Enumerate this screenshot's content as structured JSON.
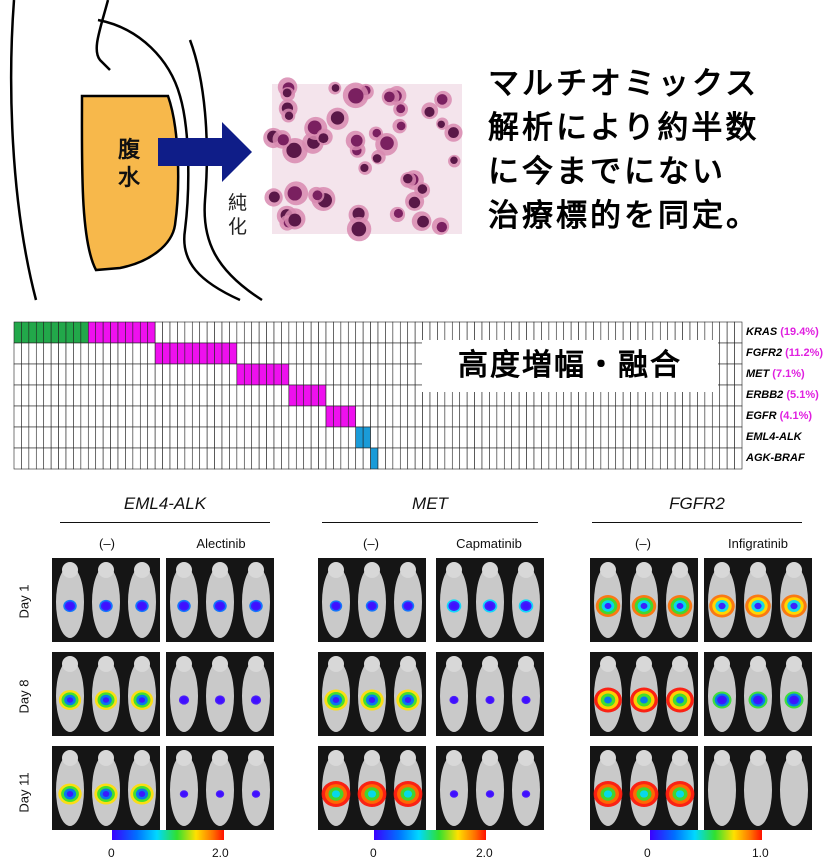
{
  "ascites": {
    "label_line1": "腹",
    "label_line2": "水",
    "purify_line1": "純",
    "purify_line2": "化"
  },
  "headline": {
    "lines": [
      "マルチオミックス",
      "解析により約半数",
      "に今までにない",
      "治療標的を同定。"
    ]
  },
  "oncoprint": {
    "banner": "高度増幅・融合",
    "columns": 98,
    "genes": [
      {
        "name": "KRAS",
        "pct": "(19.4%)",
        "start": 0,
        "count": 19,
        "green": 10,
        "color": "#ee10ee"
      },
      {
        "name": "FGFR2",
        "pct": "(11.2%)",
        "start": 19,
        "count": 11,
        "color": "#ee10ee"
      },
      {
        "name": "MET",
        "pct": "(7.1%)",
        "start": 30,
        "count": 7,
        "color": "#ee10ee"
      },
      {
        "name": "ERBB2",
        "pct": "(5.1%)",
        "start": 37,
        "count": 5,
        "color": "#ee10ee"
      },
      {
        "name": "EGFR",
        "pct": "(4.1%)",
        "start": 42,
        "count": 4,
        "color": "#ee10ee"
      },
      {
        "name": "EML4-ALK",
        "pct": "",
        "start": 46,
        "count": 2,
        "color": "#1a9bd8"
      },
      {
        "name": "AGK-BRAF",
        "pct": "",
        "start": 48,
        "count": 1,
        "color": "#1a9bd8"
      }
    ],
    "colors": {
      "amplification": "#ee10ee",
      "kras_mutation": "#22a84a",
      "fusion": "#1a9bd8"
    }
  },
  "imaging": {
    "days": [
      "Day 1",
      "Day 8",
      "Day 11"
    ],
    "panels": [
      {
        "title": "EML4-ALK",
        "control": "(–)",
        "drug": "Alectinib",
        "scale_min": "0",
        "scale_max": "2.0",
        "control_levels": [
          0.25,
          0.65,
          0.7
        ],
        "drug_levels": [
          0.25,
          0.1,
          0.02
        ]
      },
      {
        "title": "MET",
        "control": "(–)",
        "drug": "Capmatinib",
        "scale_min": "0",
        "scale_max": "2.0",
        "control_levels": [
          0.2,
          0.7,
          0.95
        ],
        "drug_levels": [
          0.3,
          0.05,
          0.02
        ]
      },
      {
        "title": "FGFR2",
        "control": "(–)",
        "drug": "Infigratinib",
        "scale_min": "0",
        "scale_max": "1.0",
        "control_levels": [
          0.75,
          0.9,
          0.95
        ],
        "drug_levels": [
          0.8,
          0.5,
          0.0
        ]
      }
    ]
  }
}
